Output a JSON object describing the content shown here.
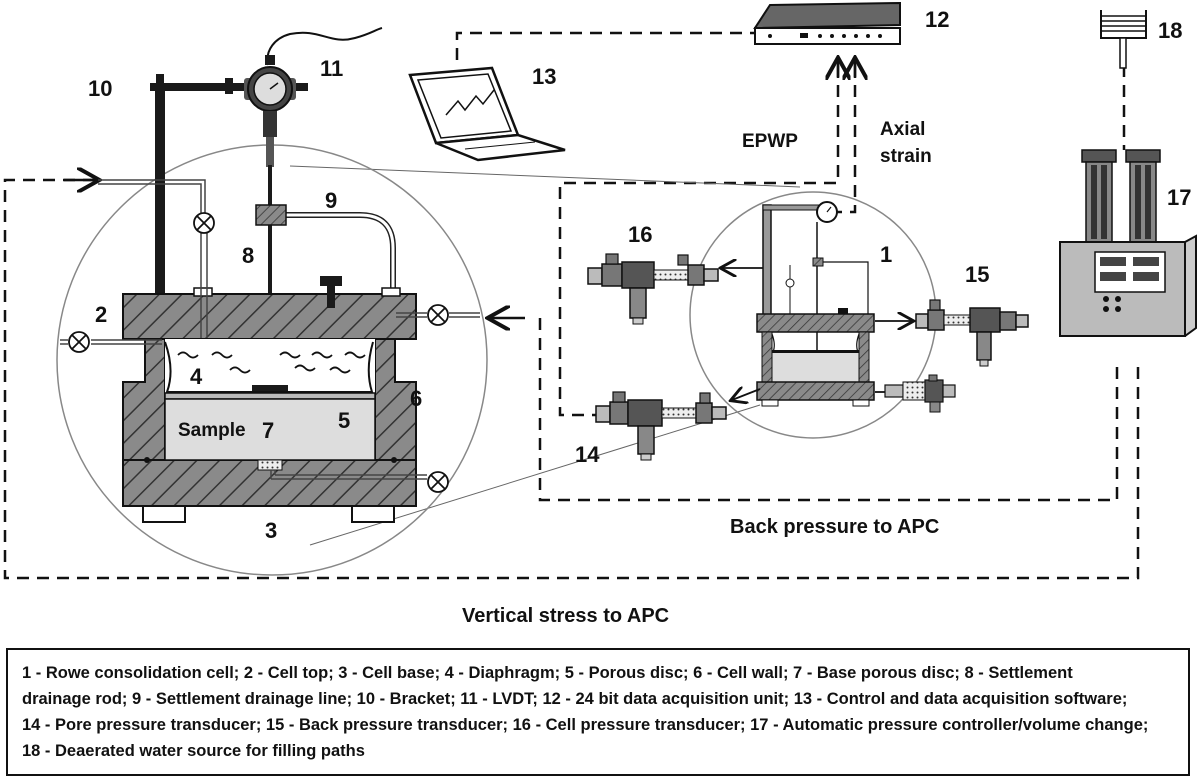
{
  "labels": {
    "n1": "1",
    "n2": "2",
    "n3": "3",
    "n4": "4",
    "n5": "5",
    "n6": "6",
    "n7": "7",
    "n8": "8",
    "n9": "9",
    "n10": "10",
    "n11": "11",
    "n12": "12",
    "n13": "13",
    "n14": "14",
    "n15": "15",
    "n16": "16",
    "n17": "17",
    "n18": "18",
    "sample": "Sample",
    "epwp": "EPWP",
    "axial_line1": "Axial",
    "axial_line2": "strain",
    "back_pressure": "Back pressure to APC",
    "vertical_stress": "Vertical stress to APC"
  },
  "legend": {
    "line1": "1 - Rowe consolidation cell; 2 - Cell top; 3 - Cell base; 4 - Diaphragm; 5 - Porous disc; 6 - Cell wall; 7 - Base porous disc; 8 - Settlement",
    "line2": "drainage rod; 9 - Settlement drainage line; 10 - Bracket; 11 - LVDT; 12 - 24 bit data acquisition unit; 13 - Control and data acquisition software;",
    "line3": "14 - Pore pressure transducer; 15 - Back pressure transducer; 16 - Cell pressure transducer; 17 - Automatic pressure controller/volume change;",
    "line4": "18 - Deaerated water source for filling paths"
  }
}
